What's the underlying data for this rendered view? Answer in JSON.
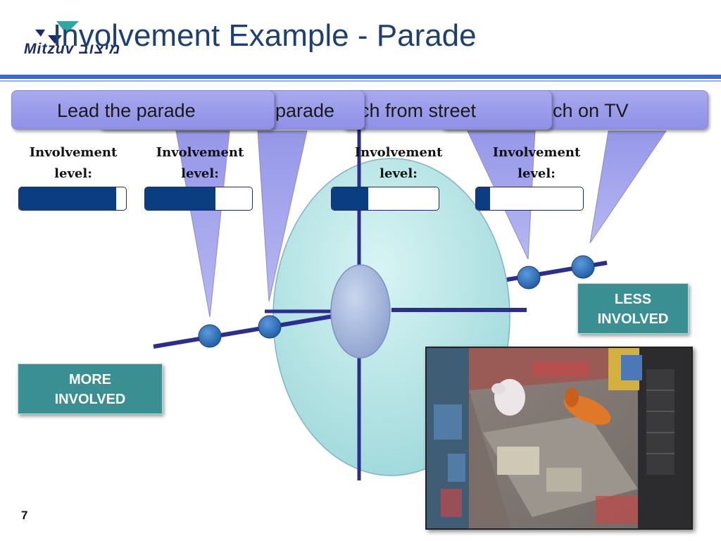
{
  "slide": {
    "title": "Involvement Example - Parade",
    "logo_text": "Mitzuv מיצוב",
    "page_number": "7"
  },
  "callouts": [
    {
      "label": "Lead the parade"
    },
    {
      "label": "parade"
    },
    {
      "label": "ch from street"
    },
    {
      "label": "ch on TV"
    }
  ],
  "involvement": {
    "label_line1": "Involvement",
    "label_line2": "level:",
    "levels": [
      0.91,
      0.66,
      0.34,
      0.13
    ]
  },
  "tags": {
    "less": [
      "LESS",
      "INVOLVED"
    ],
    "more": [
      "MORE",
      "INVOLVED"
    ]
  },
  "colors": {
    "title": "#1f3f73",
    "rule": "#3a66d6",
    "callout": "#9a9be9",
    "bar_fill": "#0b3e80",
    "tag": "#3a8f93",
    "axis": "#2b2e8e",
    "node": "#2f6fb8"
  },
  "photo": {
    "description_icon": "parade-photo"
  }
}
